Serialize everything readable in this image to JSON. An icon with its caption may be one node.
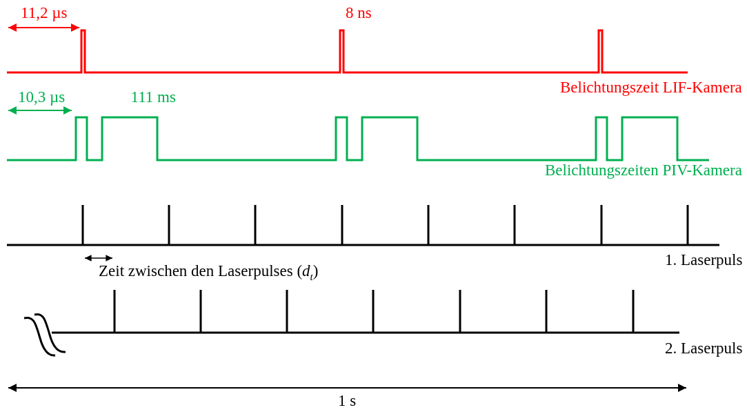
{
  "diagram": {
    "labels": [
      "11,2 µs",
      "8 ns",
      "Belichtungszeit LIF-Kamera",
      "10,3 µs",
      "111 ms",
      "Belichtungszeiten PIV-Kamera",
      "1. Laserpuls",
      "Zeit zwischen den Laserpulses (*d*$_{t}$)",
      "2. Laserpuls",
      "1 s"
    ]
  }
}
